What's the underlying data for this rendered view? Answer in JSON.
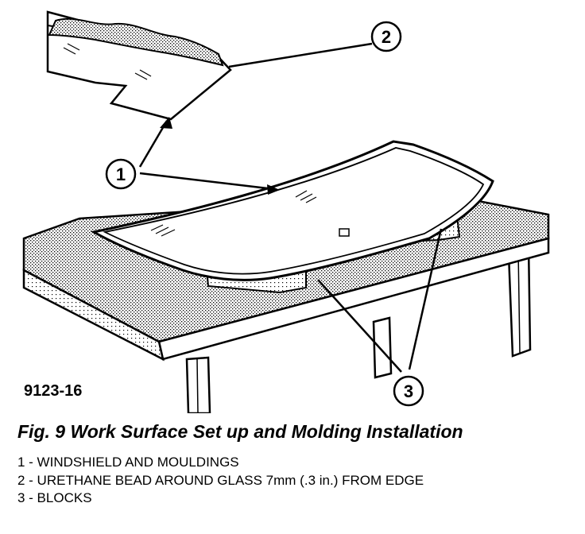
{
  "figure_id": "9123-16",
  "caption": "Fig. 9 Work Surface Set up and Molding Installation",
  "callouts": [
    "1",
    "2",
    "3"
  ],
  "legend": [
    "1 - WINDSHIELD AND MOULDINGS",
    "2 - URETHANE BEAD AROUND GLASS 7mm (.3 in.) FROM EDGE",
    "3 - BLOCKS"
  ],
  "colors": {
    "ink": "#000000",
    "paper": "#ffffff",
    "shade": "#9a9a9a"
  }
}
